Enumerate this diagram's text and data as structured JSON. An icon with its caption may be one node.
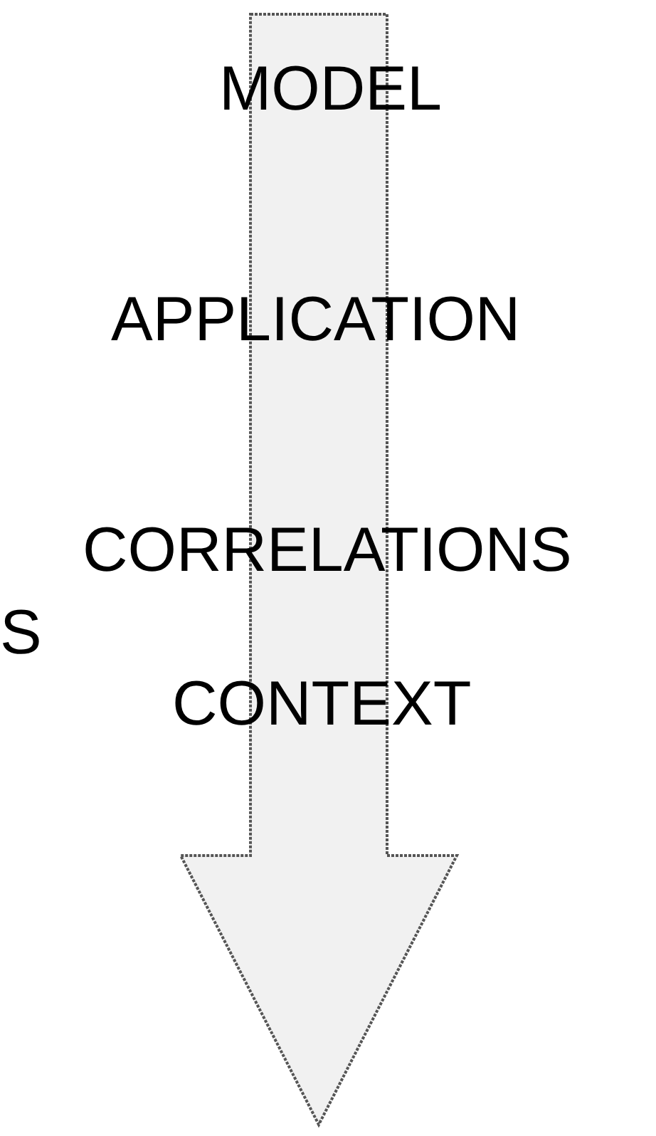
{
  "diagram": {
    "labels": [
      "MODEL",
      "APPLICATION",
      "CORRELATIONS",
      "S",
      "CONTEXT"
    ]
  }
}
